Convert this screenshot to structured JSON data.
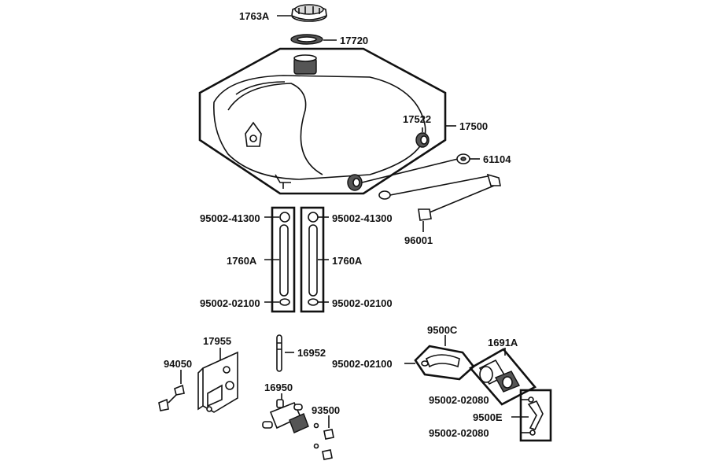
{
  "parts": {
    "fuel_cap": "1763A",
    "cap_gasket": "17720",
    "fuel_tank": "17500",
    "grommet": "17522",
    "collar": "61104",
    "bolt": "96001",
    "clamp_left": "95002-41300",
    "clamp_right": "95002-41300",
    "hose_left": "1760A",
    "hose_right": "1760A",
    "clip_left": "95002-02100",
    "clip_right": "95002-02100",
    "bracket": "17955",
    "bracket_bolt": "94050",
    "pipe": "16952",
    "fuel_cock": "16950",
    "screw": "93500",
    "hose_9500c": "9500C",
    "clip_9500c": "95002-02100",
    "filter": "1691A",
    "clip_upper": "95002-02080",
    "hose_9500e": "9500E",
    "clip_lower": "95002-02080"
  }
}
